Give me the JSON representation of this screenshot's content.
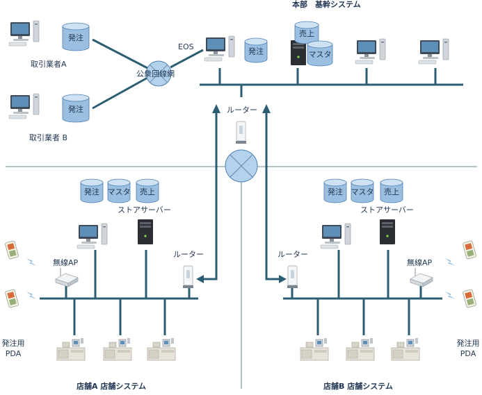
{
  "headquarters": {
    "title": "本部　基幹システム",
    "eos_label": "EOS",
    "hq_db_label": "発注",
    "db_stack": [
      "売上",
      "マスタ"
    ],
    "router_label": "ルーター"
  },
  "network": {
    "public_line_label": "公衆回線網"
  },
  "partners": [
    {
      "name": "取引業者A",
      "db_label": "発注"
    },
    {
      "name": "取引業者 B",
      "db_label": "発注"
    }
  ],
  "stores": [
    {
      "caption": "店舗A 店舗システム",
      "dbs": [
        "発注",
        "マスタ",
        "売上"
      ],
      "server_label": "ストアサーバー",
      "router_label": "ルーター",
      "ap_label": "無線AP",
      "pda_label_line1": "発注用",
      "pda_label_line2": "PDA"
    },
    {
      "caption": "店舗B 店舗システム",
      "dbs": [
        "発注",
        "マスタ",
        "売上"
      ],
      "server_label": "ストアサーバー",
      "router_label": "ルーター",
      "ap_label": "無線AP",
      "pda_label_line1": "発注用",
      "pda_label_line2": "PDA"
    }
  ],
  "colors": {
    "line": "#2b5e72",
    "db_fill": "#9bbfe0",
    "db_top": "#cfe2f3",
    "text": "#1f3552",
    "arrow": "#2b5e72"
  }
}
